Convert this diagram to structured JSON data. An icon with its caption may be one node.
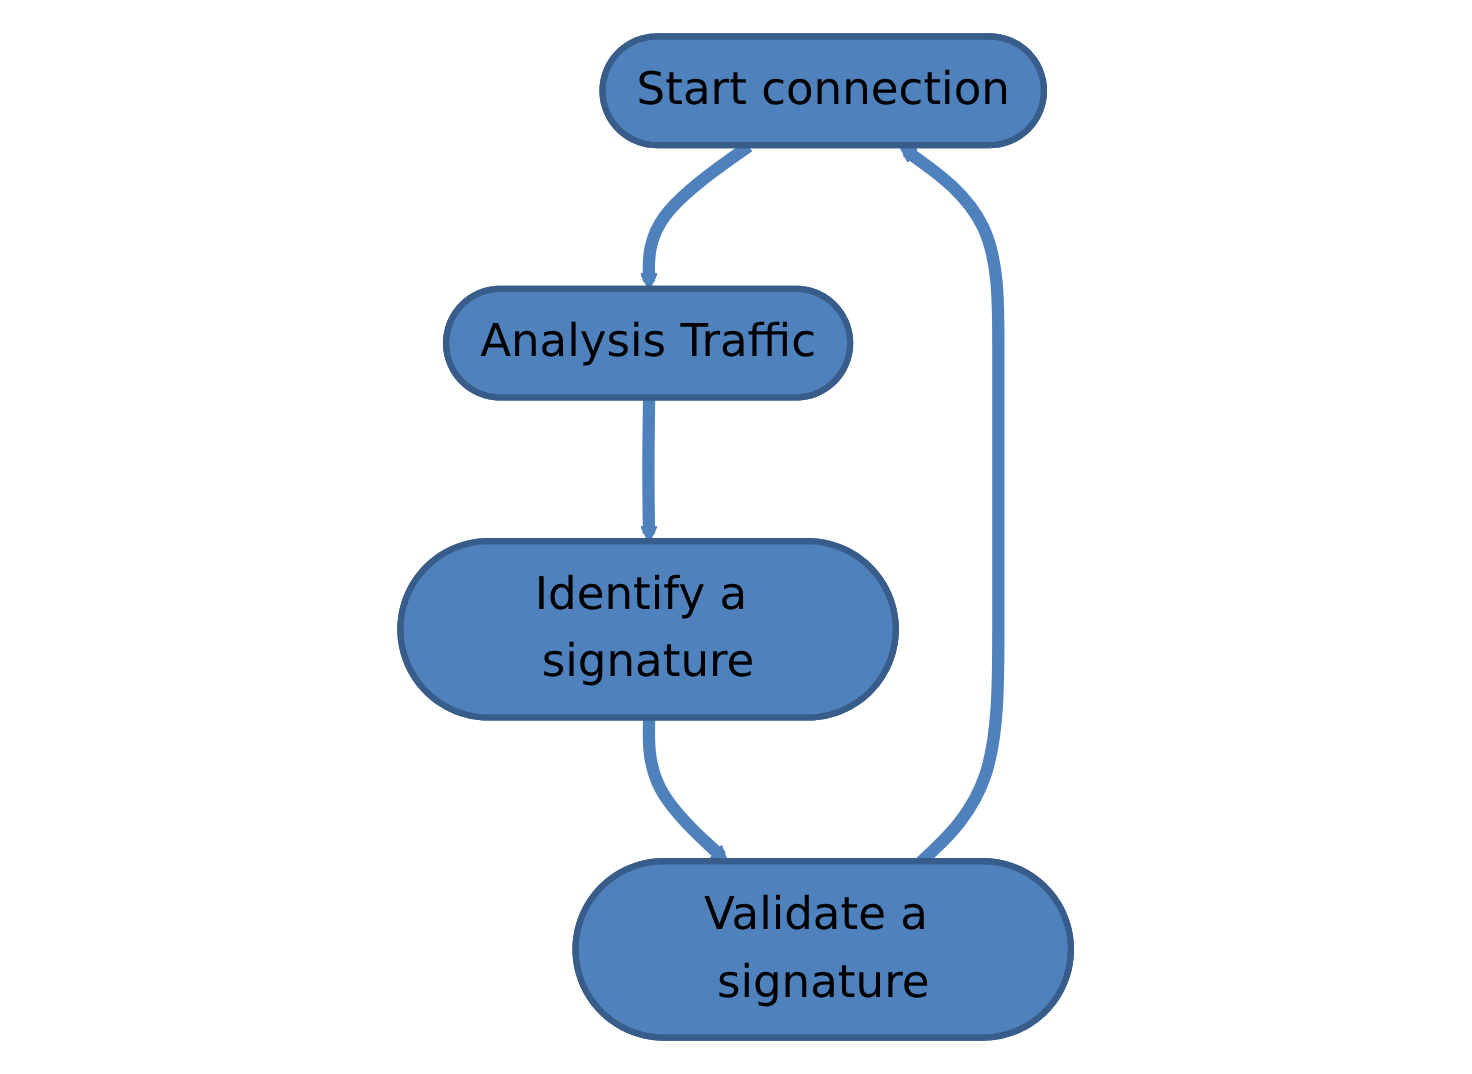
{
  "diagram": {
    "nodes": [
      {
        "text": [
          "Start connection"
        ]
      },
      {
        "text": [
          "Analysis Traffic"
        ]
      },
      {
        "text": [
          "Identify a signature"
        ]
      },
      {
        "text": [
          "Validate a signature"
        ]
      }
    ],
    "edges": [
      {
        "from": 0,
        "to": 1,
        "arrow": "to"
      },
      {
        "from": 1,
        "to": 2,
        "arrow": "to"
      },
      {
        "from": 2,
        "to": 3,
        "arrow": "to"
      },
      {
        "from": 3,
        "to": 0,
        "arrow": "to"
      }
    ]
  }
}
